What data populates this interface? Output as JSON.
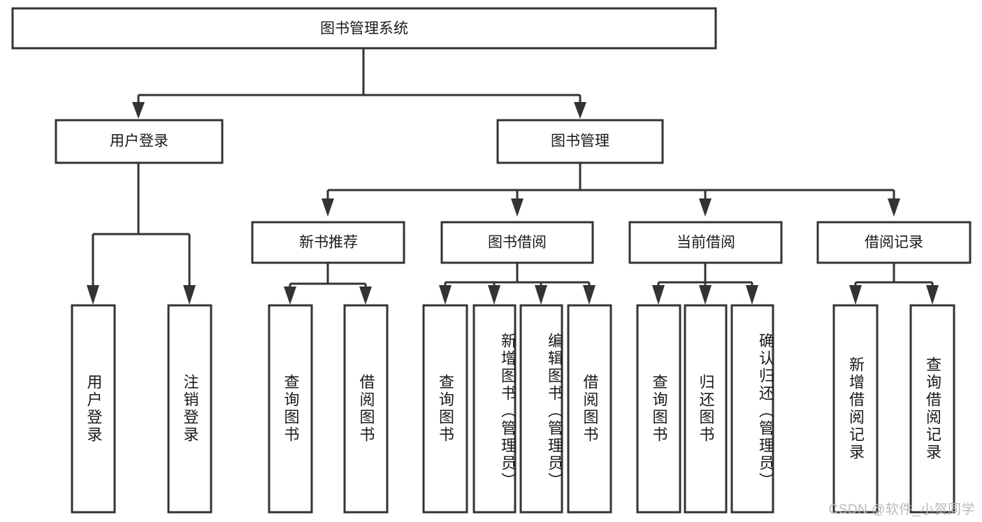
{
  "diagram": {
    "title": "图书管理系统",
    "type": "tree-hierarchy-diagram",
    "colors": {
      "box_stroke": "#333333",
      "box_fill": "#ffffff",
      "text": "#1a1a1a",
      "background": "#ffffff",
      "watermark": "#b9b9b9"
    },
    "root": {
      "label": "图书管理系统"
    },
    "level2": [
      {
        "label": "用户登录"
      },
      {
        "label": "图书管理"
      }
    ],
    "level3": [
      {
        "label": "新书推荐"
      },
      {
        "label": "图书借阅"
      },
      {
        "label": "当前借阅"
      },
      {
        "label": "借阅记录"
      }
    ],
    "leaves": {
      "user_login": [
        {
          "label": "用户登录"
        },
        {
          "label": "注销登录"
        }
      ],
      "new_book_recommend": [
        {
          "label": "查询图书"
        },
        {
          "label": "借阅图书"
        }
      ],
      "book_borrow": [
        {
          "label": "查询图书"
        },
        {
          "label": "新增图书（管理员）"
        },
        {
          "label": "编辑图书（管理员）"
        },
        {
          "label": "借阅图书"
        }
      ],
      "current_borrow": [
        {
          "label": "查询图书"
        },
        {
          "label": "归还图书"
        },
        {
          "label": "确认归还（管理员）"
        }
      ],
      "borrow_record": [
        {
          "label": "新增借阅记录"
        },
        {
          "label": "查询借阅记录"
        }
      ]
    }
  },
  "watermark": {
    "text": "CSDN @软件_小贺同学"
  }
}
